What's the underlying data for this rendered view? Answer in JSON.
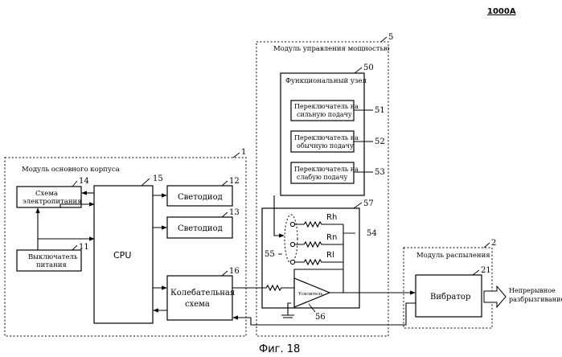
{
  "figure_id": "1000A",
  "caption": "Фиг. 18",
  "modules": {
    "main_body": {
      "label": "Модуль основного корпуса",
      "ref": "1"
    },
    "power_control": {
      "label": "Модуль управления мощностью",
      "ref": "5"
    },
    "spray": {
      "label": "Модуль распыления",
      "ref": "2"
    }
  },
  "blocks": {
    "power_circuit": {
      "line1": "Схема",
      "line2": "электропитания",
      "ref": "14"
    },
    "power_switch": {
      "line1": "Выключатель",
      "line2": "питания",
      "ref": "11"
    },
    "cpu": {
      "label": "CPU",
      "ref": "15"
    },
    "led_1": {
      "label": "Светодиод",
      "ref": "12"
    },
    "led_2": {
      "label": "Светодиод",
      "ref": "13"
    },
    "oscillator": {
      "line1": "Колебательная",
      "line2": "схема",
      "ref": "16"
    },
    "functional_unit": {
      "label": "Функциональный узел",
      "ref": "50"
    },
    "switch_strong": {
      "line1": "Переключатель на",
      "line2": "сильную подачу",
      "ref": "51"
    },
    "switch_normal": {
      "line1": "Переключатель на",
      "line2": "обычную подачу",
      "ref": "52"
    },
    "switch_weak": {
      "line1": "Переключатель на",
      "line2": "слабую подачу",
      "ref": "53"
    },
    "circuit_block": {
      "ref": "57"
    },
    "resistors": {
      "r_high": "Rh",
      "r_normal": "Rn",
      "r_low": "Rl",
      "ref": "54"
    },
    "selector": {
      "ref": "55"
    },
    "amplifier": {
      "label": "Усилитель",
      "ref": "56"
    },
    "vibrator": {
      "label": "Вибратор",
      "ref": "21"
    },
    "output": {
      "line1": "Непрерывное",
      "line2": "разбрызгивание"
    }
  }
}
